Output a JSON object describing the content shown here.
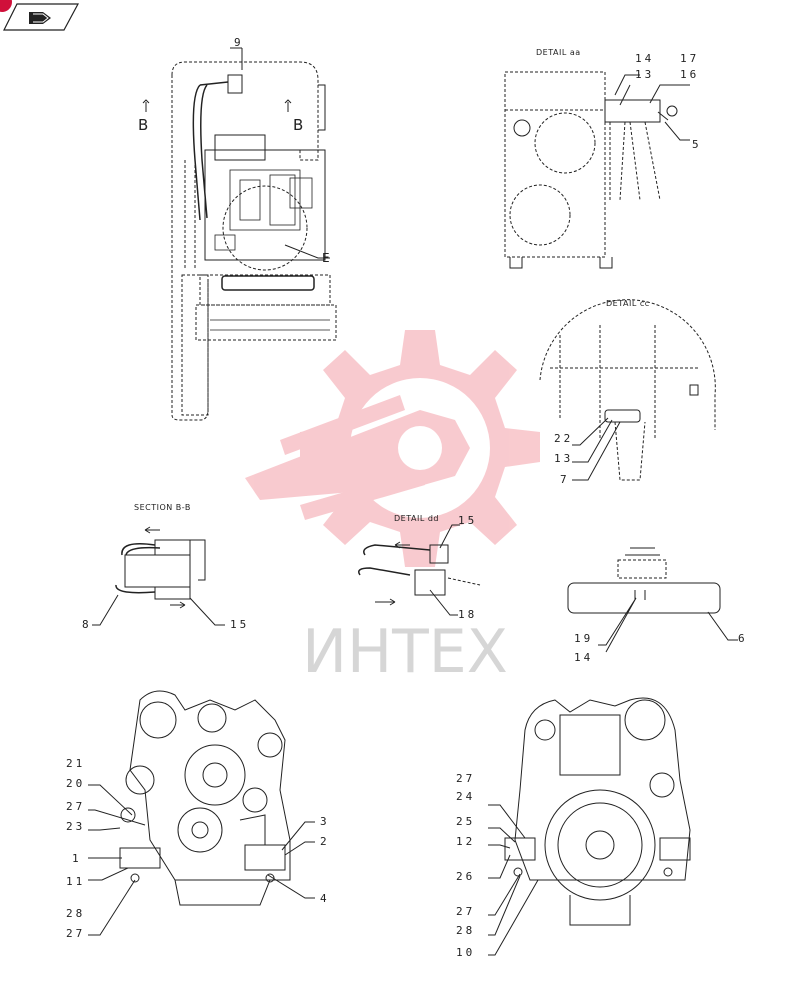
{
  "nav": {
    "icon": "book-nav-icon",
    "accent": "#d0103a"
  },
  "watermark": {
    "text": "ИНТЕХ",
    "gear_color": "#f4a0a8",
    "text_color": "#d6d6d6"
  },
  "details": {
    "aa": "DETAIL aa",
    "cc": "DETAIL cc",
    "dd": "DETAIL dd",
    "bb": "SECTION B-B"
  },
  "main_view": {
    "section_mark_left": "B",
    "section_mark_right": "B",
    "detail_mark": "E",
    "callout": "9"
  },
  "callouts": {
    "aa": [
      "14",
      "17",
      "13",
      "16",
      "5"
    ],
    "cc": [
      "22",
      "13",
      "7"
    ],
    "bb": [
      "8",
      "15"
    ],
    "dd": [
      "15",
      "18"
    ],
    "tank": [
      "19",
      "14",
      "6"
    ],
    "front": [
      "21",
      "20",
      "27",
      "23",
      "1",
      "11",
      "28",
      "27",
      "3",
      "2",
      "4"
    ],
    "rear": [
      "27",
      "24",
      "25",
      "12",
      "26",
      "27",
      "28",
      "10"
    ]
  },
  "colors": {
    "line": "#222222",
    "accent": "#d0103a"
  }
}
